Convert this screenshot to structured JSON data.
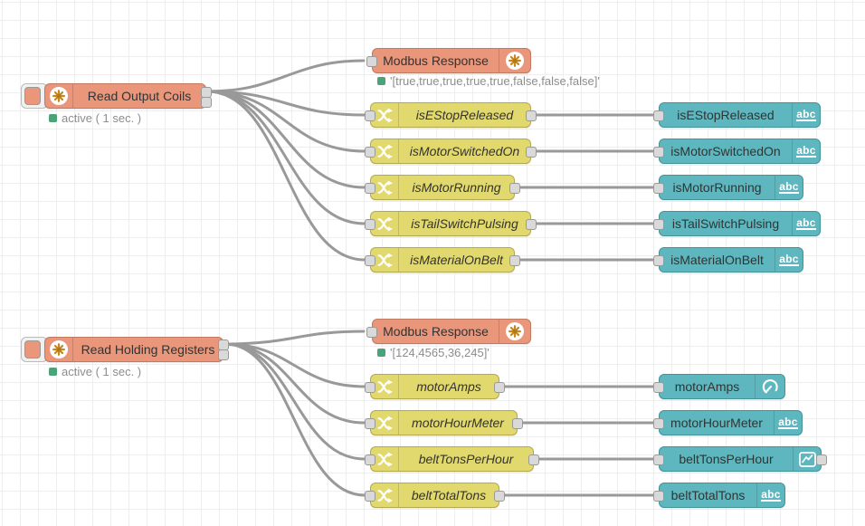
{
  "app": {
    "name": "Node-RED flow editor canvas"
  },
  "colors": {
    "modbus_node": "#e9967a",
    "change_node": "#e2d96e",
    "dashboard_node": "#5eb7bf",
    "wire": "#999999",
    "status_ok_green": "#4ca378",
    "grid": "#eeeeee"
  },
  "icons": {
    "text_icon_label": "abc"
  },
  "flows": [
    {
      "read_node": {
        "label": "Read Output Coils",
        "status": "active ( 1 sec. )"
      },
      "response_node": {
        "label": "Modbus Response",
        "status": "'[true,true,true,true,true,false,false,false]'"
      },
      "change_nodes": [
        {
          "label": "isEStopReleased"
        },
        {
          "label": "isMotorSwitchedOn"
        },
        {
          "label": "isMotorRunning"
        },
        {
          "label": "isTailSwitchPulsing"
        },
        {
          "label": "isMaterialOnBelt"
        }
      ],
      "ui_nodes": [
        {
          "label": "isEStopReleased",
          "widget": "text"
        },
        {
          "label": "isMotorSwitchedOn",
          "widget": "text"
        },
        {
          "label": "isMotorRunning",
          "widget": "text"
        },
        {
          "label": "isTailSwitchPulsing",
          "widget": "text"
        },
        {
          "label": "isMaterialOnBelt",
          "widget": "text"
        }
      ]
    },
    {
      "read_node": {
        "label": "Read Holding Registers",
        "status": "active ( 1 sec. )"
      },
      "response_node": {
        "label": "Modbus Response",
        "status": "'[124,4565,36,245]'"
      },
      "change_nodes": [
        {
          "label": "motorAmps"
        },
        {
          "label": "motorHourMeter"
        },
        {
          "label": "beltTonsPerHour"
        },
        {
          "label": "beltTotalTons"
        }
      ],
      "ui_nodes": [
        {
          "label": "motorAmps",
          "widget": "gauge"
        },
        {
          "label": "motorHourMeter",
          "widget": "text"
        },
        {
          "label": "beltTonsPerHour",
          "widget": "chart"
        },
        {
          "label": "beltTotalTons",
          "widget": "text"
        }
      ]
    }
  ]
}
